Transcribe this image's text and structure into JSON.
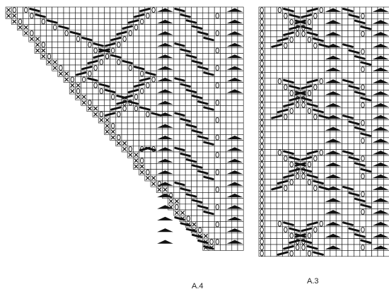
{
  "charts": [
    {
      "id": "A4",
      "label": "A.4"
    },
    {
      "id": "A3",
      "label": "A.3"
    }
  ],
  "colors": {
    "grid": "#111111",
    "stroke": "#111111",
    "fill": "#111111",
    "background": "#ffffff"
  },
  "legend_symbols": [
    "cross-stitch",
    "yarn-over-oval",
    "slanted-decrease-bar",
    "double-decrease-triangle"
  ]
}
